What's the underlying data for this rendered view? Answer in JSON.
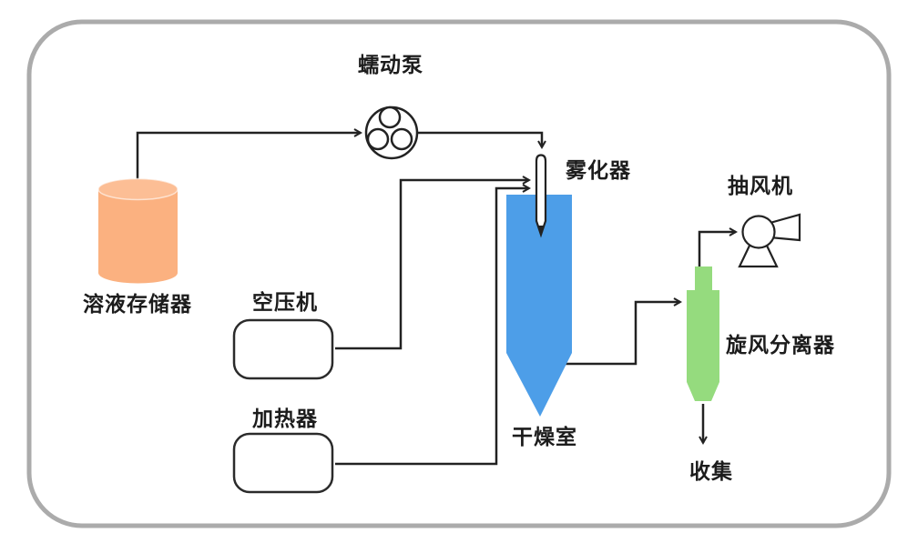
{
  "diagram": {
    "labels": {
      "pump": "蠕动泵",
      "storage": "溶液存储器",
      "compressor": "空压机",
      "heater": "加热器",
      "atomizer": "雾化器",
      "chamber": "干燥室",
      "fan": "抽风机",
      "cyclone": "旋风分离器",
      "collect": "收集"
    },
    "colors": {
      "storage_fill": "#FBB180",
      "storage_top": "#FCBE95",
      "chamber_fill": "#4D9EE8",
      "cyclone_fill": "#95DB7E",
      "line": "#222222",
      "frame": "#ABABAB"
    }
  }
}
